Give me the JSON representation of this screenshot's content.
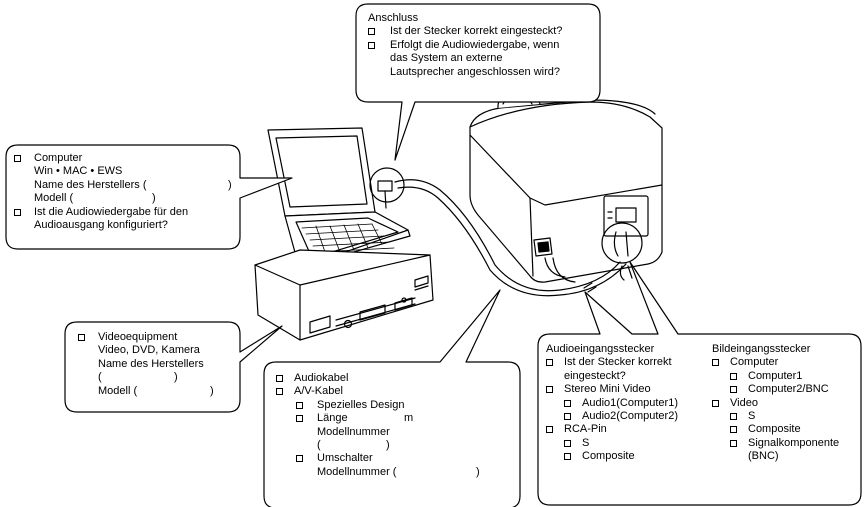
{
  "callouts": {
    "anschluss": {
      "title": "Anschluss",
      "items": [
        "Ist der Stecker korrekt eingesteckt?",
        "Erfolgt die Audiowiedergabe, wenn",
        "das System an externe",
        "Lautsprecher angeschlossen wird?"
      ]
    },
    "computer": {
      "lines": [
        "Computer",
        "Win • MAC • EWS",
        "Name des Herstellers (",
        ")",
        "Modell   (",
        ")",
        "Ist die Audiowiedergabe für den",
        "Audioausgang konfiguriert?"
      ]
    },
    "video": {
      "lines": [
        "Videoequipment",
        "Video, DVD, Kamera",
        "Name des Herstellers",
        "(",
        ")",
        "Modell (",
        ")"
      ]
    },
    "kabel": {
      "lines": [
        "Audiokabel",
        "A/V-Kabel",
        "Spezielles Design",
        "Länge",
        "m",
        "Modellnummer",
        "(",
        ")",
        "Umschalter",
        "Modellnummer (",
        ")"
      ]
    },
    "eingang": {
      "audio_title": "Audioeingangsstecker",
      "audio_lines": [
        "Ist der Stecker korrekt",
        "eingesteckt?",
        "Stereo Mini Video",
        "Audio1(Computer1)",
        "Audio2(Computer2)",
        "RCA-Pin",
        "S",
        "Composite"
      ],
      "bild_title": "Bildeingangsstecker",
      "bild_lines": [
        "Computer",
        "Computer1",
        "Computer2/BNC",
        "Video",
        "S",
        "Composite",
        "Signalkomponente",
        "(BNC)"
      ]
    }
  }
}
